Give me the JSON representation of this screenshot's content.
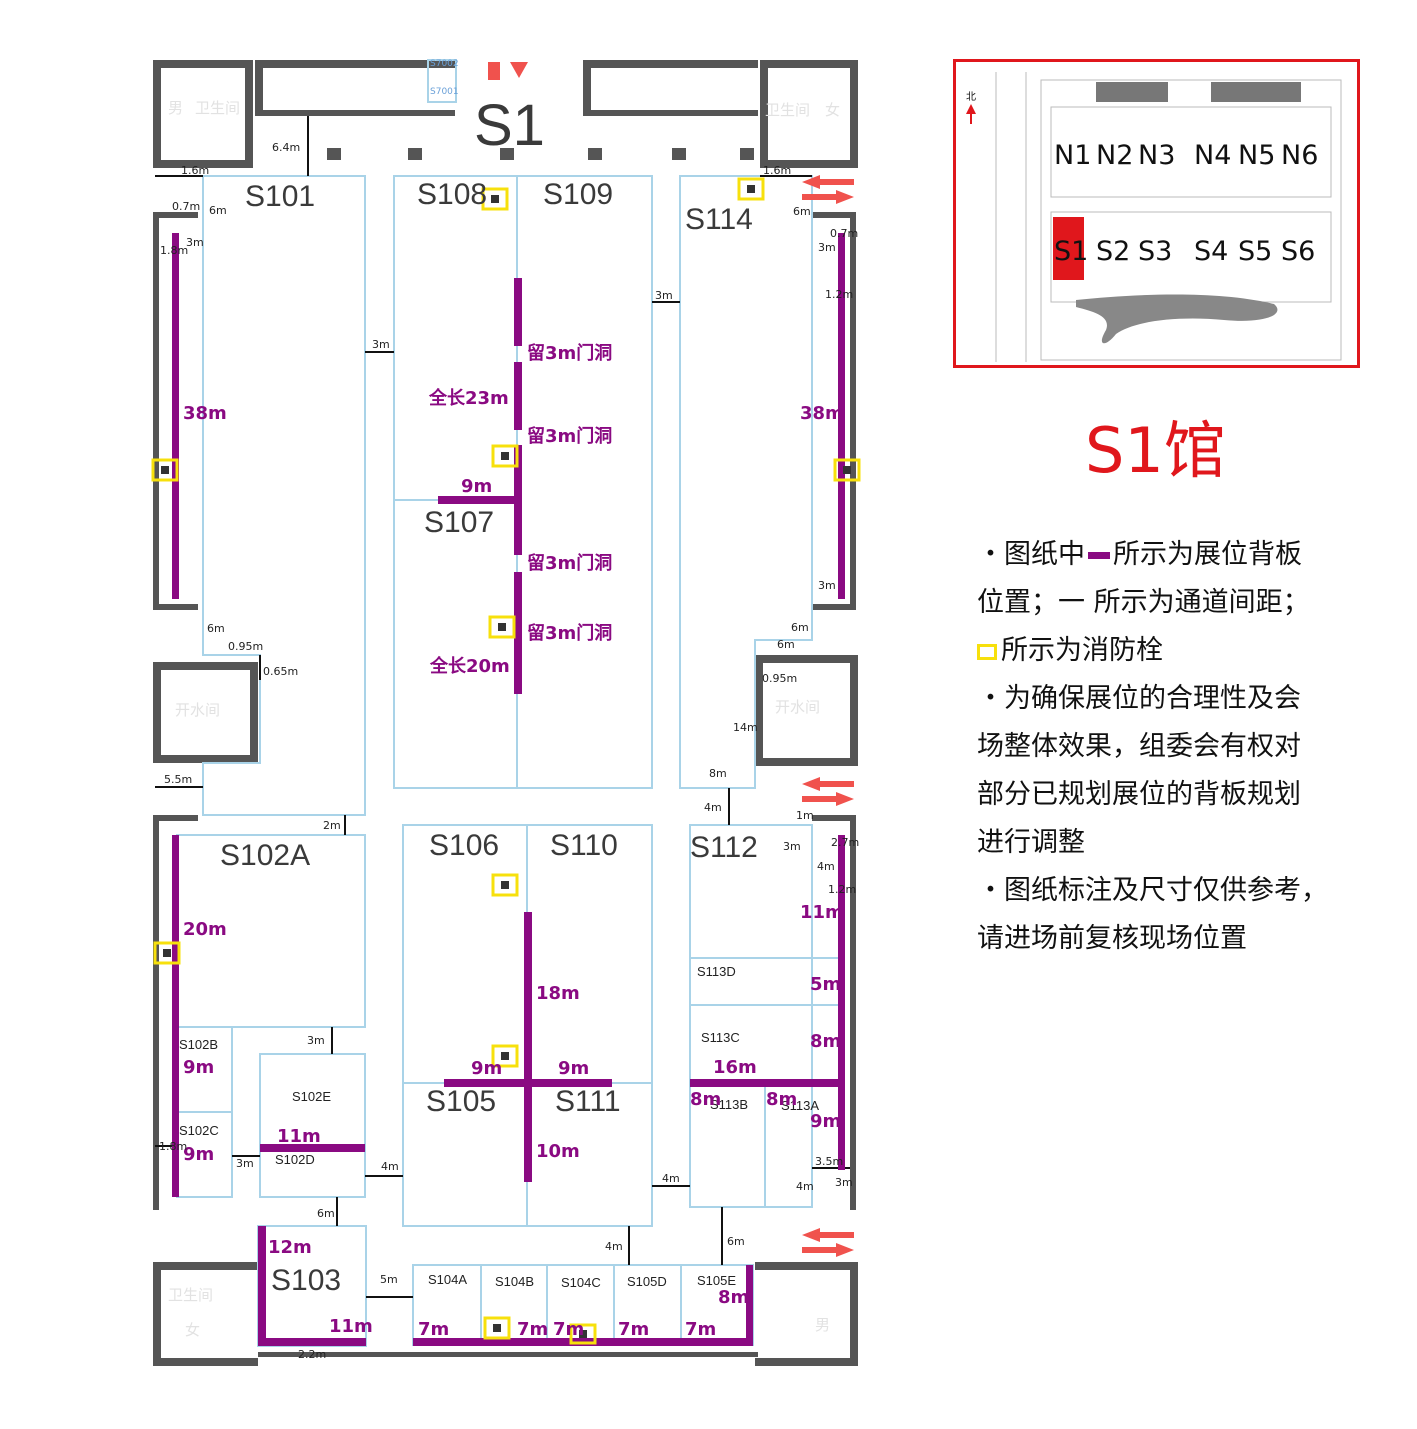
{
  "hall_label": "S1",
  "booths": [
    {
      "id": "S101",
      "label": "S101",
      "size": 30
    },
    {
      "id": "S108",
      "label": "S108",
      "size": 30
    },
    {
      "id": "S109",
      "label": "S109",
      "size": 30
    },
    {
      "id": "S114",
      "label": "S114",
      "size": 30
    },
    {
      "id": "S107",
      "label": "S107",
      "size": 30
    },
    {
      "id": "S102A",
      "label": "S102A",
      "size": 30
    },
    {
      "id": "S106",
      "label": "S106",
      "size": 30
    },
    {
      "id": "S110",
      "label": "S110",
      "size": 30
    },
    {
      "id": "S112",
      "label": "S112",
      "size": 30
    },
    {
      "id": "S105",
      "label": "S105",
      "size": 30
    },
    {
      "id": "S111",
      "label": "S111",
      "size": 30
    },
    {
      "id": "S103",
      "label": "S103",
      "size": 30
    },
    {
      "id": "S102B",
      "label": "S102B",
      "size": 13
    },
    {
      "id": "S102C",
      "label": "S102C",
      "size": 13
    },
    {
      "id": "S102D",
      "label": "S102D",
      "size": 13
    },
    {
      "id": "S102E",
      "label": "S102E",
      "size": 13
    },
    {
      "id": "S113D",
      "label": "S113D",
      "size": 13
    },
    {
      "id": "S113C",
      "label": "S113C",
      "size": 13
    },
    {
      "id": "S113B",
      "label": "S113B",
      "size": 13
    },
    {
      "id": "S113A",
      "label": "S113A",
      "size": 13
    },
    {
      "id": "S104A",
      "label": "S104A",
      "size": 13
    },
    {
      "id": "S104B",
      "label": "S104B",
      "size": 13
    },
    {
      "id": "S104C",
      "label": "S104C",
      "size": 13
    },
    {
      "id": "S105D",
      "label": "S105D",
      "size": 13
    },
    {
      "id": "S105E",
      "label": "S105E",
      "size": 13
    }
  ],
  "backboard_labels": [
    "38m",
    "38m",
    "留3m门洞",
    "全长23m",
    "留3m门洞",
    "9m",
    "留3m门洞",
    "留3m门洞",
    "全长20m",
    "20m",
    "18m",
    "9m",
    "9m",
    "10m",
    "11m",
    "5m",
    "8m",
    "16m",
    "8m",
    "8m",
    "9m",
    "9m",
    "9m",
    "11m",
    "12m",
    "11m",
    "7m",
    "7m",
    "7m",
    "7m",
    "7m",
    "8m"
  ],
  "aisle_labels": [
    "6.4m",
    "1.6m",
    "1.6m",
    "0.7m",
    "6m",
    "3m",
    "1.8m",
    "3m",
    "3m",
    "6m",
    "0.7m",
    "3m",
    "1.2m",
    "3m",
    "6m",
    "0.95m",
    "0.65m",
    "6m",
    "6m",
    "0.95m",
    "14m",
    "8m",
    "4m",
    "1m",
    "2.7m",
    "3m",
    "4m",
    "1.2m",
    "5.5m",
    "2m",
    "3m",
    "1.8m",
    "3m",
    "4m",
    "4m",
    "3.5m",
    "4m",
    "3m",
    "6m",
    "4m",
    "6m",
    "5m",
    "2.2m"
  ],
  "faded_labels": [
    "S7002",
    "S7001",
    "男",
    "卫生间",
    "卫生间",
    "女",
    "开水间",
    "开水间",
    "卫生间",
    "女",
    "男"
  ],
  "minimap": {
    "halls_top": [
      "N1",
      "N2",
      "N3",
      "N4",
      "N5",
      "N6"
    ],
    "halls_bottom": [
      "S1",
      "S2",
      "S3",
      "S4",
      "S5",
      "S6"
    ],
    "north_label": "北",
    "highlight": "S1",
    "highlight_color": "#e0171c"
  },
  "title": "S1馆",
  "notes": {
    "line1_a": "・图纸中",
    "line1_b": "所示为展位背板",
    "line2": "位置；一 所示为通道间距；",
    "line3": "所示为消防栓",
    "line4": "・为确保展位的合理性及会",
    "line5": "场整体效果，组委会有权对",
    "line6": "部分已规划展位的背板规划",
    "line7": "进行调整",
    "line8": "・图纸标注及尺寸仅供参考，",
    "line9": "请进场前复核现场位置"
  },
  "colors": {
    "backboard": "#8a0a82",
    "hydrant": "#f7e00c",
    "booth_outline": "#a9d3e8",
    "wall": "#555555",
    "entrance_arrow": "#f0524d",
    "title": "#e0171c"
  }
}
